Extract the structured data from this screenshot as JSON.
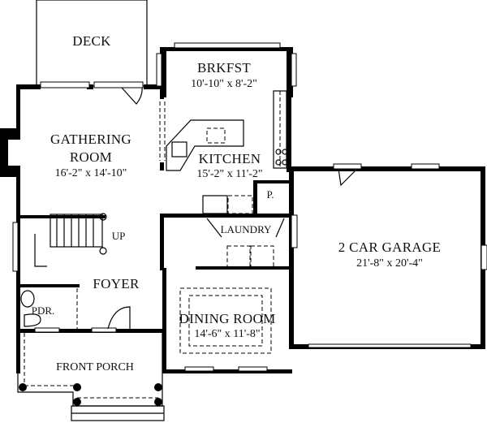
{
  "plan": {
    "rooms": [
      {
        "id": "deck",
        "name": "DECK",
        "dims": ""
      },
      {
        "id": "brkfst",
        "name": "BRKFST",
        "dims": "10'-10\" x 8'-2\""
      },
      {
        "id": "gathering",
        "name_line1": "GATHERING",
        "name_line2": "ROOM",
        "dims": "16'-2\" x 14'-10\""
      },
      {
        "id": "kitchen",
        "name": "KITCHEN",
        "dims": "15'-2\" x 11'-2\""
      },
      {
        "id": "pantry",
        "name": "P."
      },
      {
        "id": "laundry",
        "name": "LAUNDRY"
      },
      {
        "id": "garage",
        "name": "2 CAR GARAGE",
        "dims": "21'-8\" x 20'-4\""
      },
      {
        "id": "stairs",
        "name": "UP"
      },
      {
        "id": "foyer",
        "name": "FOYER"
      },
      {
        "id": "powder",
        "name": "PDR."
      },
      {
        "id": "dining",
        "name": "DINING ROOM",
        "dims": "14'-6\" x 11'-8\""
      },
      {
        "id": "porch",
        "name": "FRONT PORCH"
      }
    ]
  }
}
